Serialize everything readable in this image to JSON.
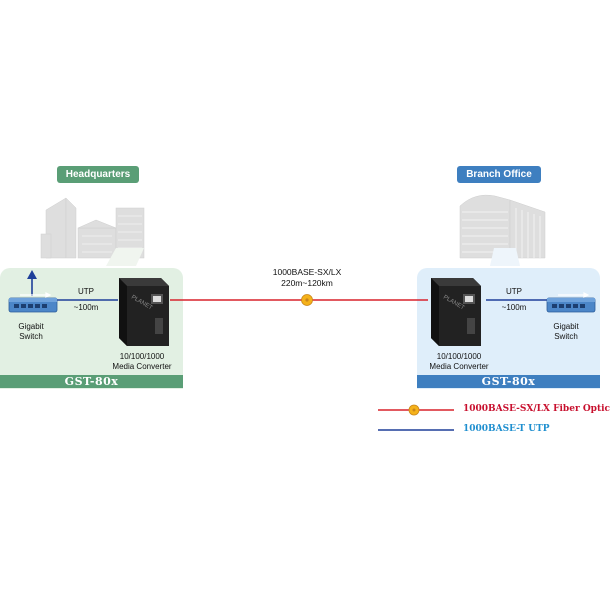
{
  "sites": {
    "hq": {
      "label": "Headquarters",
      "bar": "GST-80x",
      "switch_line1": "Gigabit",
      "switch_line2": "Switch",
      "utp_label": "UTP",
      "utp_distance": "~100m",
      "converter_line1": "10/100/1000",
      "converter_line2": "Media Converter"
    },
    "branch": {
      "label": "Branch Office",
      "bar": "GST-80x",
      "switch_line1": "Gigabit",
      "switch_line2": "Switch",
      "utp_label": "UTP",
      "utp_distance": "~100m",
      "converter_line1": "10/100/1000",
      "converter_line2": "Media Converter"
    }
  },
  "link": {
    "line1": "1000BASE-SX/LX",
    "line2": "220m~120km"
  },
  "legend": {
    "fiber": "1000BASE-SX/LX Fiber Optic",
    "utp": "1000BASE-T UTP"
  },
  "brand": "PLANET",
  "colors": {
    "fiber": "#d8222c",
    "utp": "#1e3f99",
    "hq_accent": "#5a9e76",
    "branch_accent": "#3e7fc0",
    "legend_fiber_text": "#c8102e",
    "legend_utp_text": "#1f8fcf"
  },
  "icons": {
    "switch": "network-switch-icon",
    "converter": "media-converter-icon",
    "building": "office-building-icon",
    "connector": "fiber-connector-icon"
  }
}
